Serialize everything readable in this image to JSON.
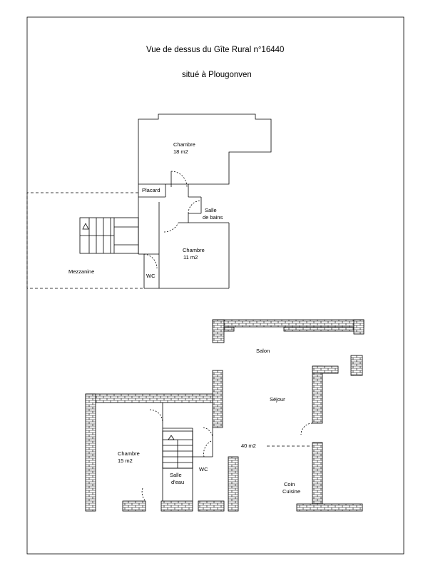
{
  "title_line1": "Vue de dessus du Gîte Rural n°16440",
  "title_line2": "situé à Plougonven",
  "upper_floor": {
    "chambre_18": [
      "Chambre",
      "18 m2"
    ],
    "placard": "Placard",
    "salle_de_bains": [
      "Salle",
      "de bains"
    ],
    "chambre_11": [
      "Chambre",
      "11 m2"
    ],
    "mezzanine": "Mezzanine",
    "wc": "WC"
  },
  "ground_floor": {
    "salon": "Salon",
    "sejour": "Séjour",
    "surface": "40 m2",
    "chambre_15": [
      "Chambre",
      "15 m2"
    ],
    "salle_deau": [
      "Salle",
      "d'eau"
    ],
    "wc": "WC",
    "coin_cuisine": [
      "Coin",
      "Cuisine"
    ]
  }
}
